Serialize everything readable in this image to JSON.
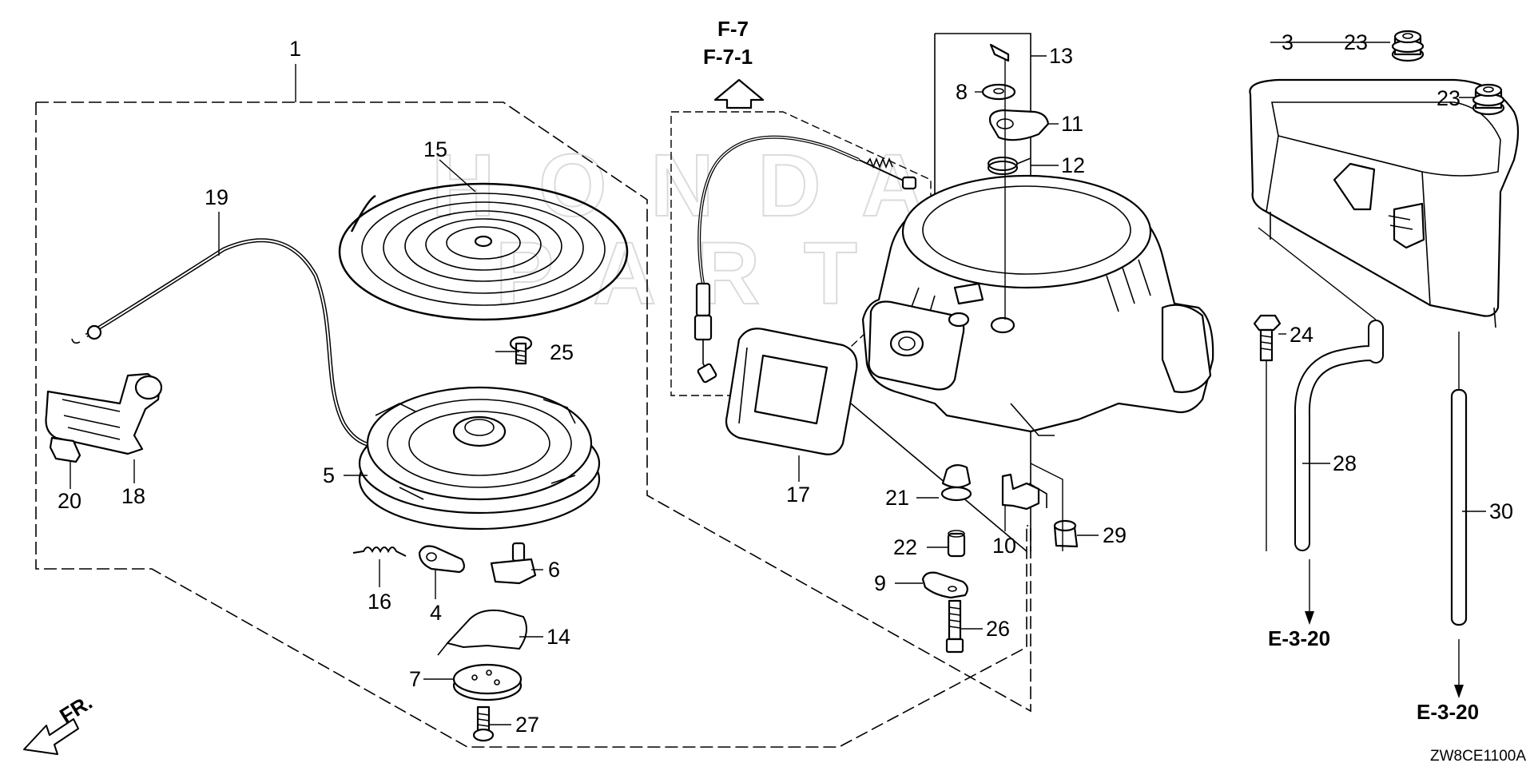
{
  "callouts": {
    "c1": "1",
    "c3": "3",
    "c4": "4",
    "c5": "5",
    "c6": "6",
    "c7": "7",
    "c8": "8",
    "c9": "9",
    "c10": "10",
    "c11": "11",
    "c12": "12",
    "c13": "13",
    "c14": "14",
    "c15": "15",
    "c16": "16",
    "c17": "17",
    "c18": "18",
    "c19": "19",
    "c20": "20",
    "c21": "21",
    "c22": "22",
    "c23a": "23",
    "c23b": "23",
    "c24": "24",
    "c25": "25",
    "c26": "26",
    "c27": "27",
    "c28": "28",
    "c29": "29",
    "c30": "30"
  },
  "references": {
    "f7": "F-7",
    "f71": "F-7-1",
    "e320_left": "E-3-20",
    "e320_right": "E-3-20"
  },
  "direction_label": "FR.",
  "diagram_code": "ZW8CE1100A",
  "colors": {
    "line": "#000000",
    "background": "#ffffff",
    "watermark": "#d8d8d8"
  }
}
